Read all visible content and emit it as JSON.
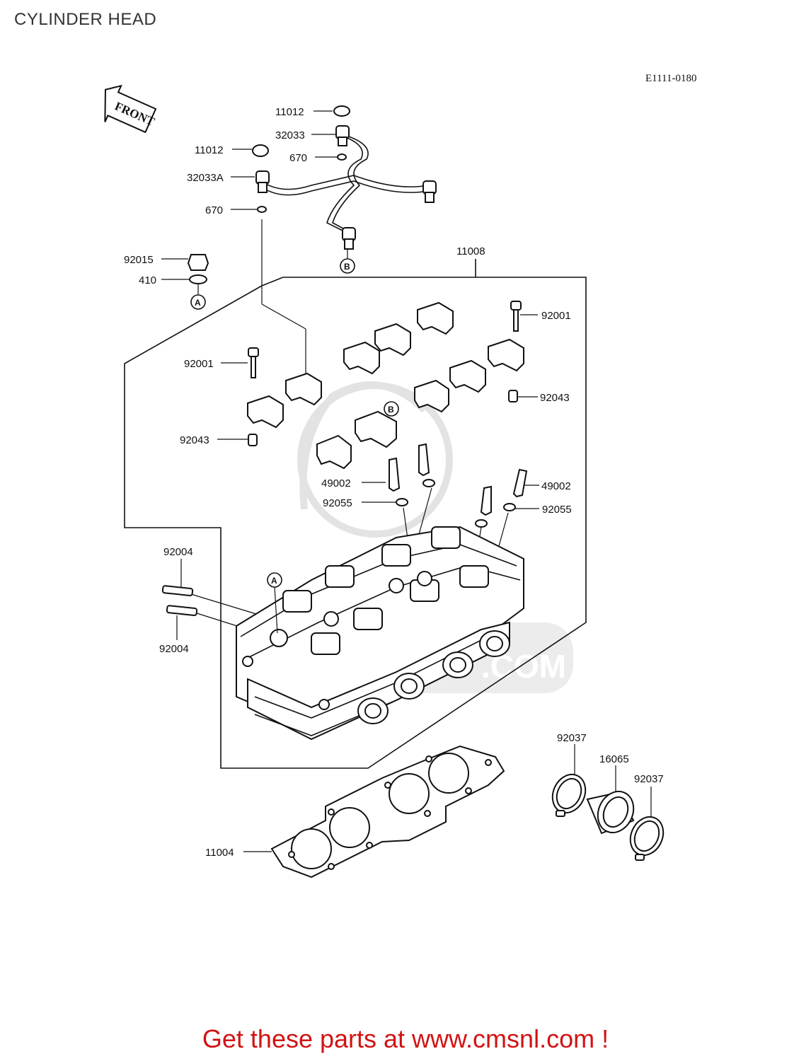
{
  "header": {
    "title": "CYLINDER HEAD",
    "diagram_code": "E1111-0180"
  },
  "front_marker": "FRONT",
  "callouts": {
    "a": "A",
    "b": "B"
  },
  "labels": {
    "p11012_top": "11012",
    "p32033": "32033",
    "p11012_mid": "11012",
    "p670_top": "670",
    "p32033A": "32033A",
    "p670_left": "670",
    "p11008": "11008",
    "p92015": "92015",
    "p410": "410",
    "p92001_right": "92001",
    "p92001_left": "92001",
    "p92043_right": "92043",
    "p92043_left": "92043",
    "p49002_left": "49002",
    "p49002_right": "49002",
    "p92055_left": "92055",
    "p92055_right": "92055",
    "p92004_top": "92004",
    "p92004_bottom": "92004",
    "p92037_left": "92037",
    "p16065": "16065",
    "p92037_right": "92037",
    "p11004": "11004"
  },
  "watermark": ".COM",
  "footer": {
    "link_text": "Get these parts at www.cmsnl.com !"
  },
  "colors": {
    "footer_link": "#d21313",
    "ink": "#111111"
  }
}
